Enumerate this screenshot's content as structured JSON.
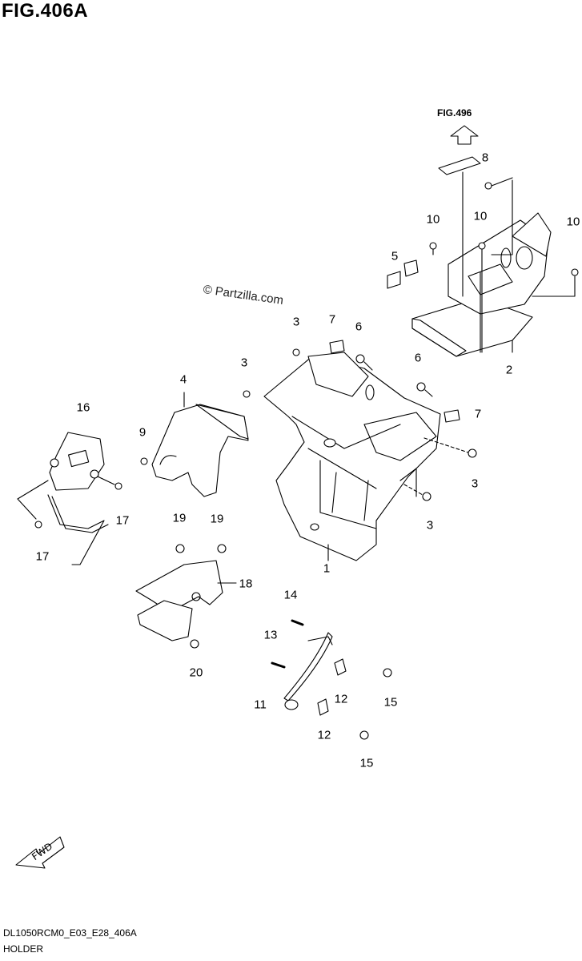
{
  "title": "FIG.406A",
  "reference_fig": "FIG.496",
  "watermark": "© Partzilla.com",
  "direction_badge": "FWD",
  "footer": {
    "code": "DL1050RCM0_E03_E28_406A",
    "name": "HOLDER"
  },
  "callouts": [
    {
      "id": "1",
      "label": "1"
    },
    {
      "id": "2",
      "label": "2"
    },
    {
      "id": "3a",
      "label": "3"
    },
    {
      "id": "3b",
      "label": "3"
    },
    {
      "id": "3c",
      "label": "3"
    },
    {
      "id": "3d",
      "label": "3"
    },
    {
      "id": "4",
      "label": "4"
    },
    {
      "id": "5",
      "label": "5"
    },
    {
      "id": "6a",
      "label": "6"
    },
    {
      "id": "6b",
      "label": "6"
    },
    {
      "id": "7a",
      "label": "7"
    },
    {
      "id": "7b",
      "label": "7"
    },
    {
      "id": "8",
      "label": "8"
    },
    {
      "id": "9",
      "label": "9"
    },
    {
      "id": "10a",
      "label": "10"
    },
    {
      "id": "10b",
      "label": "10"
    },
    {
      "id": "10c",
      "label": "10"
    },
    {
      "id": "11",
      "label": "11"
    },
    {
      "id": "12a",
      "label": "12"
    },
    {
      "id": "12b",
      "label": "12"
    },
    {
      "id": "13",
      "label": "13"
    },
    {
      "id": "14",
      "label": "14"
    },
    {
      "id": "15a",
      "label": "15"
    },
    {
      "id": "15b",
      "label": "15"
    },
    {
      "id": "16",
      "label": "16"
    },
    {
      "id": "17a",
      "label": "17"
    },
    {
      "id": "17b",
      "label": "17"
    },
    {
      "id": "18",
      "label": "18"
    },
    {
      "id": "19a",
      "label": "19"
    },
    {
      "id": "19b",
      "label": "19"
    },
    {
      "id": "20",
      "label": "20"
    }
  ]
}
